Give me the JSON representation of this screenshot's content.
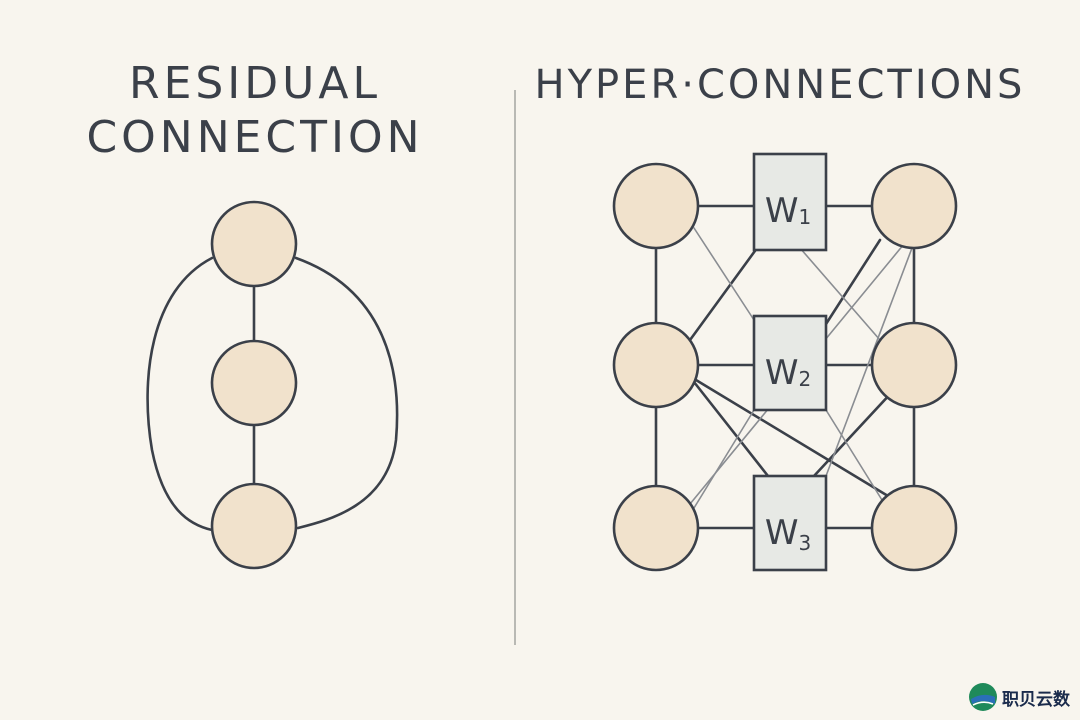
{
  "left": {
    "title_line1": "RESIDUAL",
    "title_line2": "CONNECTION"
  },
  "right": {
    "title": "HYPER·CONNECTIONS",
    "weights": [
      {
        "letter": "W",
        "sub": "1"
      },
      {
        "letter": "W",
        "sub": "2"
      },
      {
        "letter": "W",
        "sub": "3"
      }
    ]
  },
  "watermark": {
    "text": "职贝云数"
  },
  "colors": {
    "background": "#f8f5ee",
    "node_fill": "#f1e2cc",
    "stroke": "#3b4049",
    "box_fill": "#e7e9e5",
    "divider": "#b9b9b4"
  }
}
